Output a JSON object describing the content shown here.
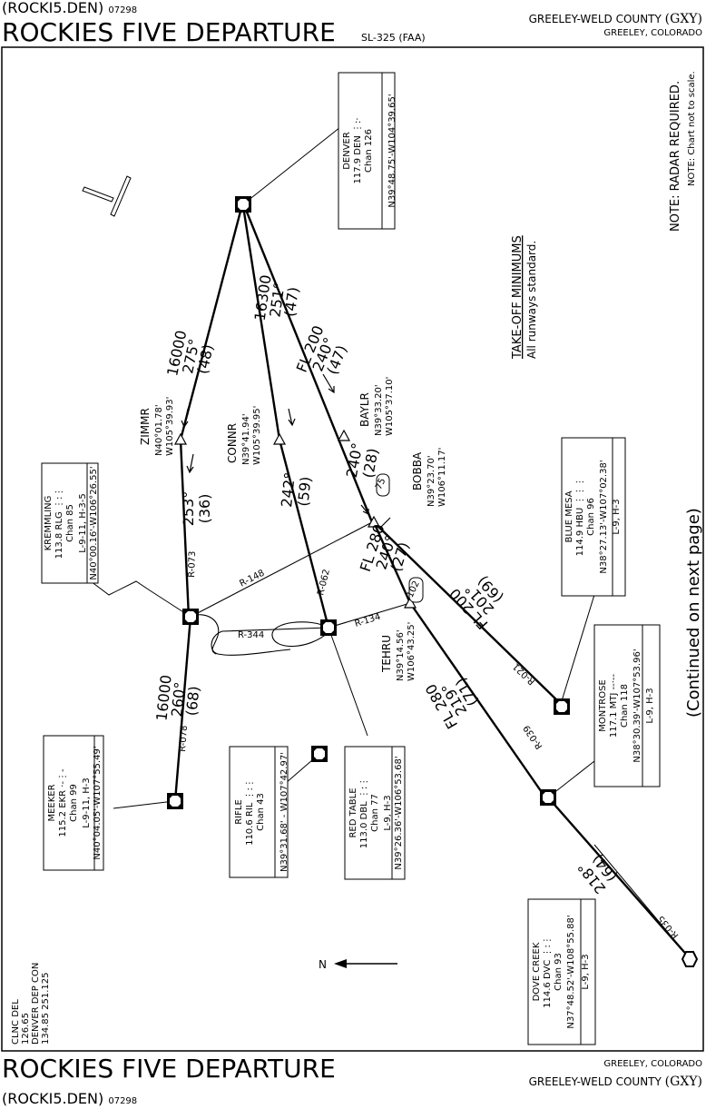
{
  "header": {
    "computer_code": "(ROCKI5.DEN)",
    "amdt": "07298",
    "title": "ROCKIES FIVE DEPARTURE",
    "sl_code": "SL-325 (FAA)",
    "airport": "GREELEY-WELD COUNTY",
    "airport_id": "(GXY)",
    "city": "GREELEY, COLORADO"
  },
  "footer": {
    "title": "ROCKIES FIVE DEPARTURE",
    "computer_code": "(ROCKI5.DEN)",
    "amdt": "07298",
    "city": "GREELEY, COLORADO",
    "airport": "GREELEY-WELD COUNTY",
    "airport_id": "(GXY)"
  },
  "notes": {
    "radar": "NOTE: RADAR REQUIRED.",
    "scale": "NOTE: Chart not to scale.",
    "takeoff_title": "TAKE-OFF MINIMUMS",
    "takeoff_text": "All runways standard.",
    "continued": "(Continued on next page)"
  },
  "frequencies": {
    "clnc_del": "CLNC DEL",
    "clnc_freq": "126.65",
    "dep_con": "DENVER DEP CON",
    "dep_freqs": "134.85  251.125"
  },
  "north": "N",
  "navaids": {
    "denver": {
      "name": "DENVER",
      "freq": "117.9",
      "ident": "DEN",
      "chan": "Chan 126",
      "coords": "N39°48.75'-W104°39.65'"
    },
    "kremmling": {
      "name": "KREMMLING",
      "freq": "113.8",
      "ident": "RLG",
      "chan": "Chan 85",
      "coords": "N40°00.16'-W106°26.55'",
      "charts": "L-9-11, H-3-5"
    },
    "meeker": {
      "name": "MEEKER",
      "freq": "115.2",
      "ident": "EKR",
      "chan": "Chan 99",
      "coords": "N40°04.05'-W107°55.49'",
      "charts": "L-9-11, H-3"
    },
    "rifle": {
      "name": "RIFLE",
      "freq": "110.6",
      "ident": "RIL",
      "chan": "Chan 43",
      "coords": "N39°31.68' - W107°42.97'"
    },
    "redtable": {
      "name": "RED TABLE",
      "freq": "113.0",
      "ident": "DBL",
      "chan": "Chan 77",
      "coords": "N39°26.36'-W106°53.68'",
      "charts": "L-9, H-3"
    },
    "bluemesa": {
      "name": "BLUE MESA",
      "freq": "114.9",
      "ident": "HBU",
      "chan": "Chan 96",
      "coords": "N38°27.13'-W107°02.38'",
      "charts": "L-9, H-3"
    },
    "montrose": {
      "name": "MONTROSE",
      "freq": "117.1",
      "ident": "MTJ",
      "chan": "Chan 118",
      "coords": "N38°30.39'-W107°53.96'",
      "charts": "L-9, H-3"
    },
    "dovecreek": {
      "name": "DOVE CREEK",
      "freq": "114.6",
      "ident": "DVC",
      "chan": "Chan 93",
      "coords": "N37°48.52'-W108°55.88'",
      "charts": "L-9, H-3"
    }
  },
  "fixes": {
    "zimmr": {
      "name": "ZIMMR",
      "lat": "N40°01.78'",
      "lon": "W105°39.93'"
    },
    "connr": {
      "name": "CONNR",
      "lat": "N39°41.94'",
      "lon": "W105°39.95'"
    },
    "baylr": {
      "name": "BAYLR",
      "lat": "N39°33.20'",
      "lon": "W105°37.10'"
    },
    "bobba": {
      "name": "BOBBA",
      "lat": "N39°23.70'",
      "lon": "W106°11.17'"
    },
    "tehru": {
      "name": "TEHRU",
      "lat": "N39°14.56'",
      "lon": "W106°43.25'"
    }
  },
  "routes": {
    "zimmr_alt": "16000",
    "zimmr_crs": "275°",
    "zimmr_dist": "(48)",
    "connr_alt": "16300",
    "connr_crs": "251°",
    "connr_dist": "(47)",
    "baylr_alt": "FL 200",
    "baylr_crs": "240°",
    "baylr_dist": "(47)",
    "zk_crs": "253°",
    "zk_dist": "(36)",
    "cr_crs": "242°",
    "cr_dist": "(59)",
    "bb_crs": "240°",
    "bb_dist": "(28)",
    "bt_alt": "FL 280",
    "bt_crs": "240°",
    "bt_dist": "(27)",
    "bh_alt": "FL 200",
    "bh_crs": "201°",
    "bh_dist": "(69)",
    "km_alt": "16000",
    "km_crs": "260°",
    "km_dist": "(68)",
    "tm_alt": "FL 280",
    "tm_crs": "219°",
    "tm_dist": "(71)",
    "md_crs": "218°",
    "md_dist": "(64)",
    "r073": "R-073",
    "r148": "R-148",
    "r062": "R-062",
    "r134": "R-134",
    "r344": "R-344",
    "r078": "R-078",
    "r021": "R-021",
    "r039": "R-039",
    "r035": "R-035",
    "mea75": "75",
    "mea102": "102"
  }
}
